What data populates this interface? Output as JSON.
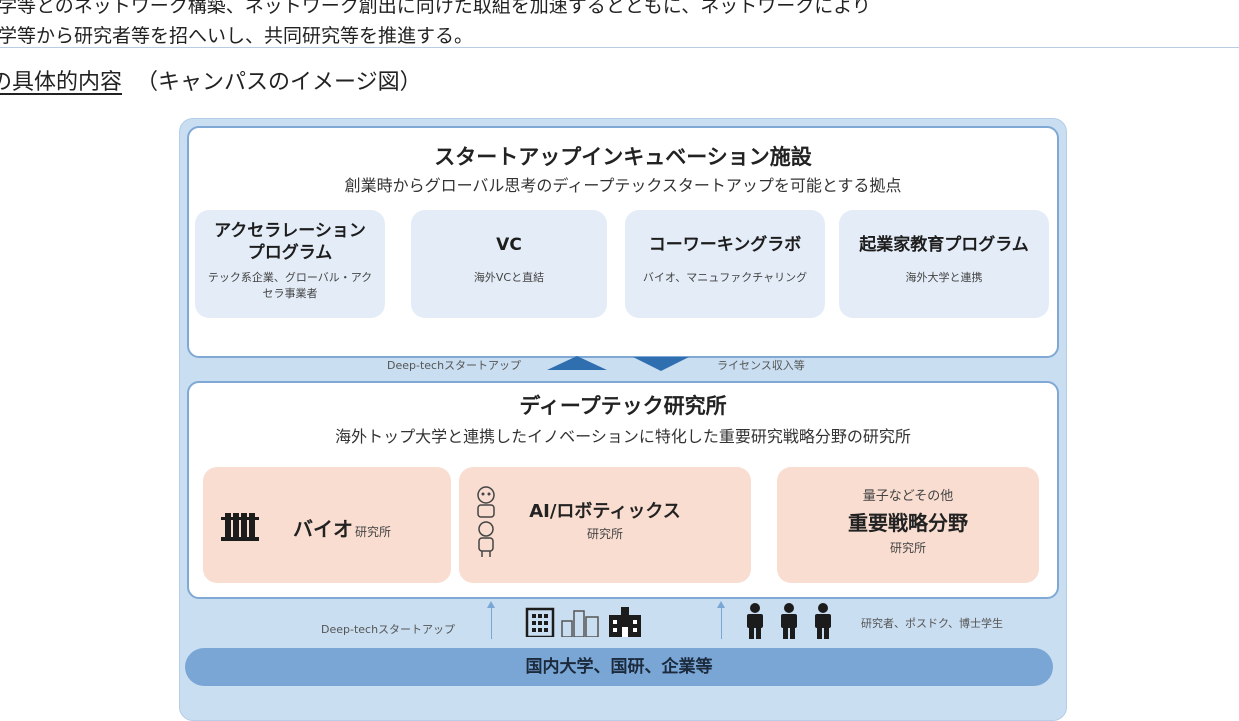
{
  "header": {
    "line1": "学等とのネットワーク構築、ネットワーク創出に向けた取組を加速するとともに、ネットワークにより",
    "line2": "学等から研究者等を招へいし、共同研究等を推進する。"
  },
  "section": {
    "heading_underlined": "の具体的内容",
    "heading_rest": "（キャンパスのイメージ図）"
  },
  "startup": {
    "title": "スタートアップインキュベーション施設",
    "subtitle": "創業時からグローバル思考のディープテックスタートアップを可能とする拠点",
    "cards": [
      {
        "title": "アクセラレーション\nプログラム",
        "sub": "テック系企業、グローバル・アク\nセラ事業者"
      },
      {
        "title": "VC",
        "sub": "海外VCと直結"
      },
      {
        "title": "コーワーキングラボ",
        "sub": "バイオ、マニュファクチャリング"
      },
      {
        "title": "起業家教育プログラム",
        "sub": "海外大学と連携"
      }
    ]
  },
  "flow": {
    "left": "Deep-techスタートアップ",
    "right": "ライセンス収入等"
  },
  "research": {
    "title": "ディープテック研究所",
    "subtitle": "海外トップ大学と連携したイノベーションに特化した重要研究戦略分野の研究所",
    "bio": {
      "title": "バイオ",
      "suffix": "研究所"
    },
    "ai": {
      "title": "AI/ロボティックス",
      "suffix": "研究所"
    },
    "strategic": {
      "pre": "量子などその他",
      "title": "重要戦略分野",
      "suffix": "研究所"
    }
  },
  "bottom": {
    "left_label": "Deep-techスタートアップ",
    "right_label": "研究者、ポスドク、博士学生",
    "bar": "国内大学、国研、企業等"
  },
  "colors": {
    "band": "#c9def0",
    "border": "#7fa9d4",
    "card": "#e4edf7",
    "orange": "#f8ddd0",
    "bar": "#7aa6d6",
    "arrow": "#2f6fb0"
  }
}
